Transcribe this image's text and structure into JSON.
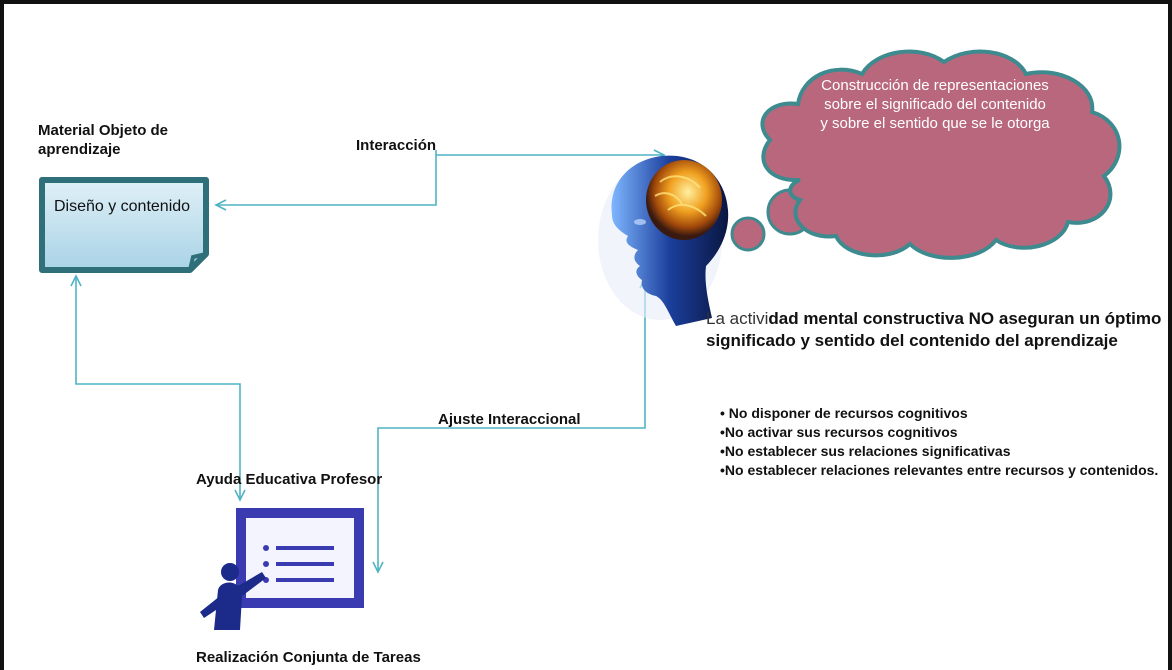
{
  "material": {
    "title": "Material Objeto de aprendizaje",
    "document_text": "Diseño y contenido"
  },
  "labels": {
    "interaccion": "Interacción",
    "ajuste": "Ajuste Interaccional",
    "ayuda": "Ayuda Educativa Profesor",
    "realizacion": "Realización Conjunta de Tareas"
  },
  "cloud": {
    "text": "Construcción de representaciones sobre el significado del contenido y sobre el sentido que se le otorga"
  },
  "statement": {
    "light": "La activi",
    "heavy": "dad mental constructiva NO aseguran un óptimo significado  y sentido del contenido del aprendizaje"
  },
  "bullets": [
    "• No disponer de recursos cognitivos",
    "•No activar sus recursos cognitivos",
    "•No establecer sus relaciones significativas",
    "•No establecer relaciones relevantes entre recursos y contenidos."
  ],
  "colors": {
    "connector": "#4fb3c4",
    "cloud_fill": "#b8677c",
    "cloud_border": "#3d8a8f",
    "document_fill": "#c6e3f0",
    "document_border": "#2f6f79",
    "board_fill": "#3a3bb0",
    "figure": "#1c2a8a"
  }
}
